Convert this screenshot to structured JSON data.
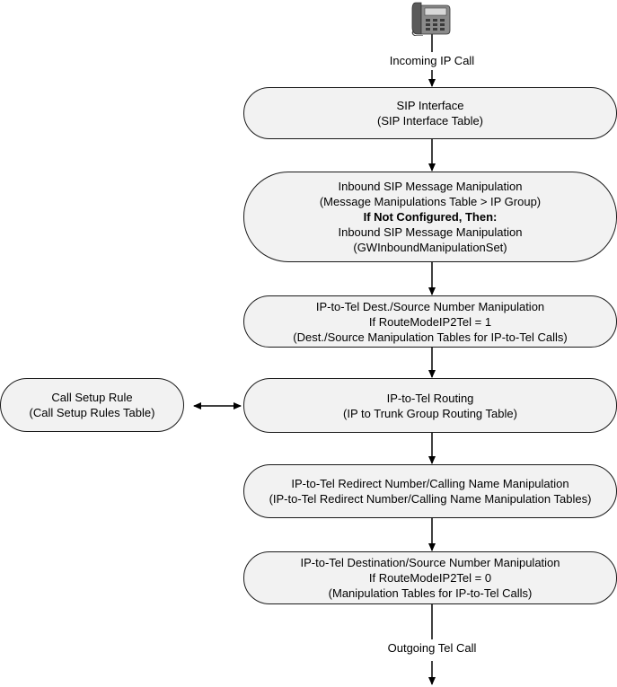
{
  "phone_icon": "desk-phone-icon",
  "colors": {
    "box_fill": "#f2f2f2",
    "box_stroke": "#1a1a1a",
    "arrow": "#000000"
  },
  "labels": {
    "incoming": "Incoming IP Call",
    "outgoing": "Outgoing Tel Call"
  },
  "call_setup": {
    "line1": "Call Setup Rule",
    "line2": "(Call Setup Rules Table)"
  },
  "steps": [
    {
      "line1": "SIP Interface",
      "line2": "(SIP Interface Table)"
    },
    {
      "line1": "Inbound SIP Message Manipulation",
      "line2": "(Message Manipulations Table > IP Group)",
      "line3": "If Not Configured, Then:",
      "line4": "Inbound SIP Message Manipulation",
      "line5": "(GWInboundManipulationSet)"
    },
    {
      "line1": "IP-to-Tel Dest./Source Number Manipulation",
      "line2": "If RouteModeIP2Tel = 1",
      "line3": "(Dest./Source Manipulation Tables for IP-to-Tel Calls)"
    },
    {
      "line1": "IP-to-Tel Routing",
      "line2": "(IP to Trunk Group Routing Table)"
    },
    {
      "line1": "IP-to-Tel Redirect Number/Calling Name Manipulation",
      "line2": "(IP-to-Tel Redirect Number/Calling Name Manipulation Tables)"
    },
    {
      "line1": "IP-to-Tel Destination/Source Number Manipulation",
      "line2": "If RouteModeIP2Tel = 0",
      "line3": "(Manipulation Tables for IP-to-Tel Calls)"
    }
  ]
}
